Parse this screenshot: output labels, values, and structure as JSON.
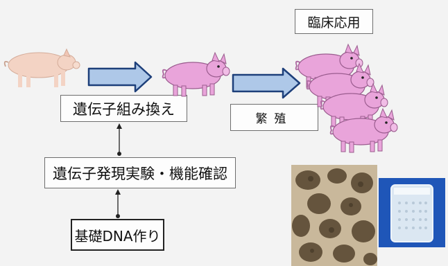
{
  "labels": {
    "clinical": "臨床応用",
    "genetic_modification": "遺伝子組み換え",
    "breeding": "繁殖",
    "expression_experiment": "遺伝子発現実験・機能確認",
    "dna_construction": "基礎DNA作り"
  },
  "colors": {
    "arrow_fill": "#aec8e8",
    "arrow_stroke": "#1d3f7a",
    "pink_pig": "#e9a4da",
    "natural_pig": "#f3d3c4",
    "cell_photo_bg": "#c9b89b",
    "device_bg": "#1f56b8"
  }
}
